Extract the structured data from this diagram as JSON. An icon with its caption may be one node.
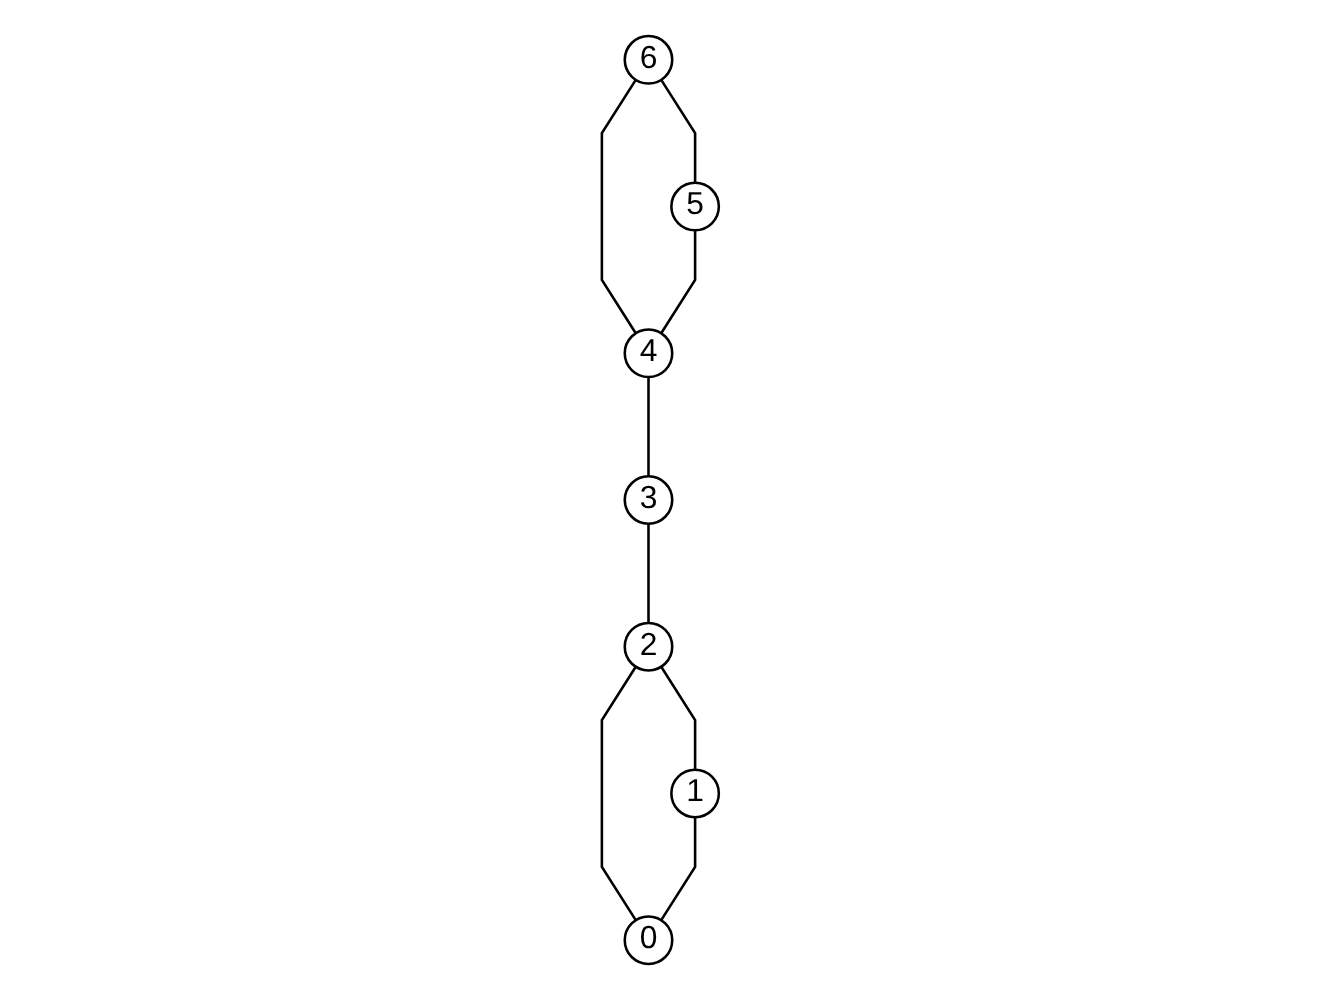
{
  "diagram": {
    "nodes": [
      {
        "text": [
          "6"
        ]
      },
      {
        "text": [
          "5"
        ]
      },
      {
        "text": [
          "4"
        ]
      },
      {
        "text": [
          "3"
        ]
      },
      {
        "text": [
          "2"
        ]
      },
      {
        "text": [
          "1"
        ]
      },
      {
        "text": [
          "0"
        ]
      }
    ],
    "edges": [
      {
        "from": 0,
        "to": 1,
        "arrow": "none"
      },
      {
        "from": 0,
        "to": 2,
        "arrow": "none"
      },
      {
        "from": 1,
        "to": 2,
        "arrow": "none"
      },
      {
        "from": 2,
        "to": 3,
        "arrow": "none"
      },
      {
        "from": 3,
        "to": 4,
        "arrow": "none"
      },
      {
        "from": 4,
        "to": 5,
        "arrow": "none"
      },
      {
        "from": 4,
        "to": 6,
        "arrow": "none"
      },
      {
        "from": 5,
        "to": 6,
        "arrow": "none"
      }
    ]
  }
}
